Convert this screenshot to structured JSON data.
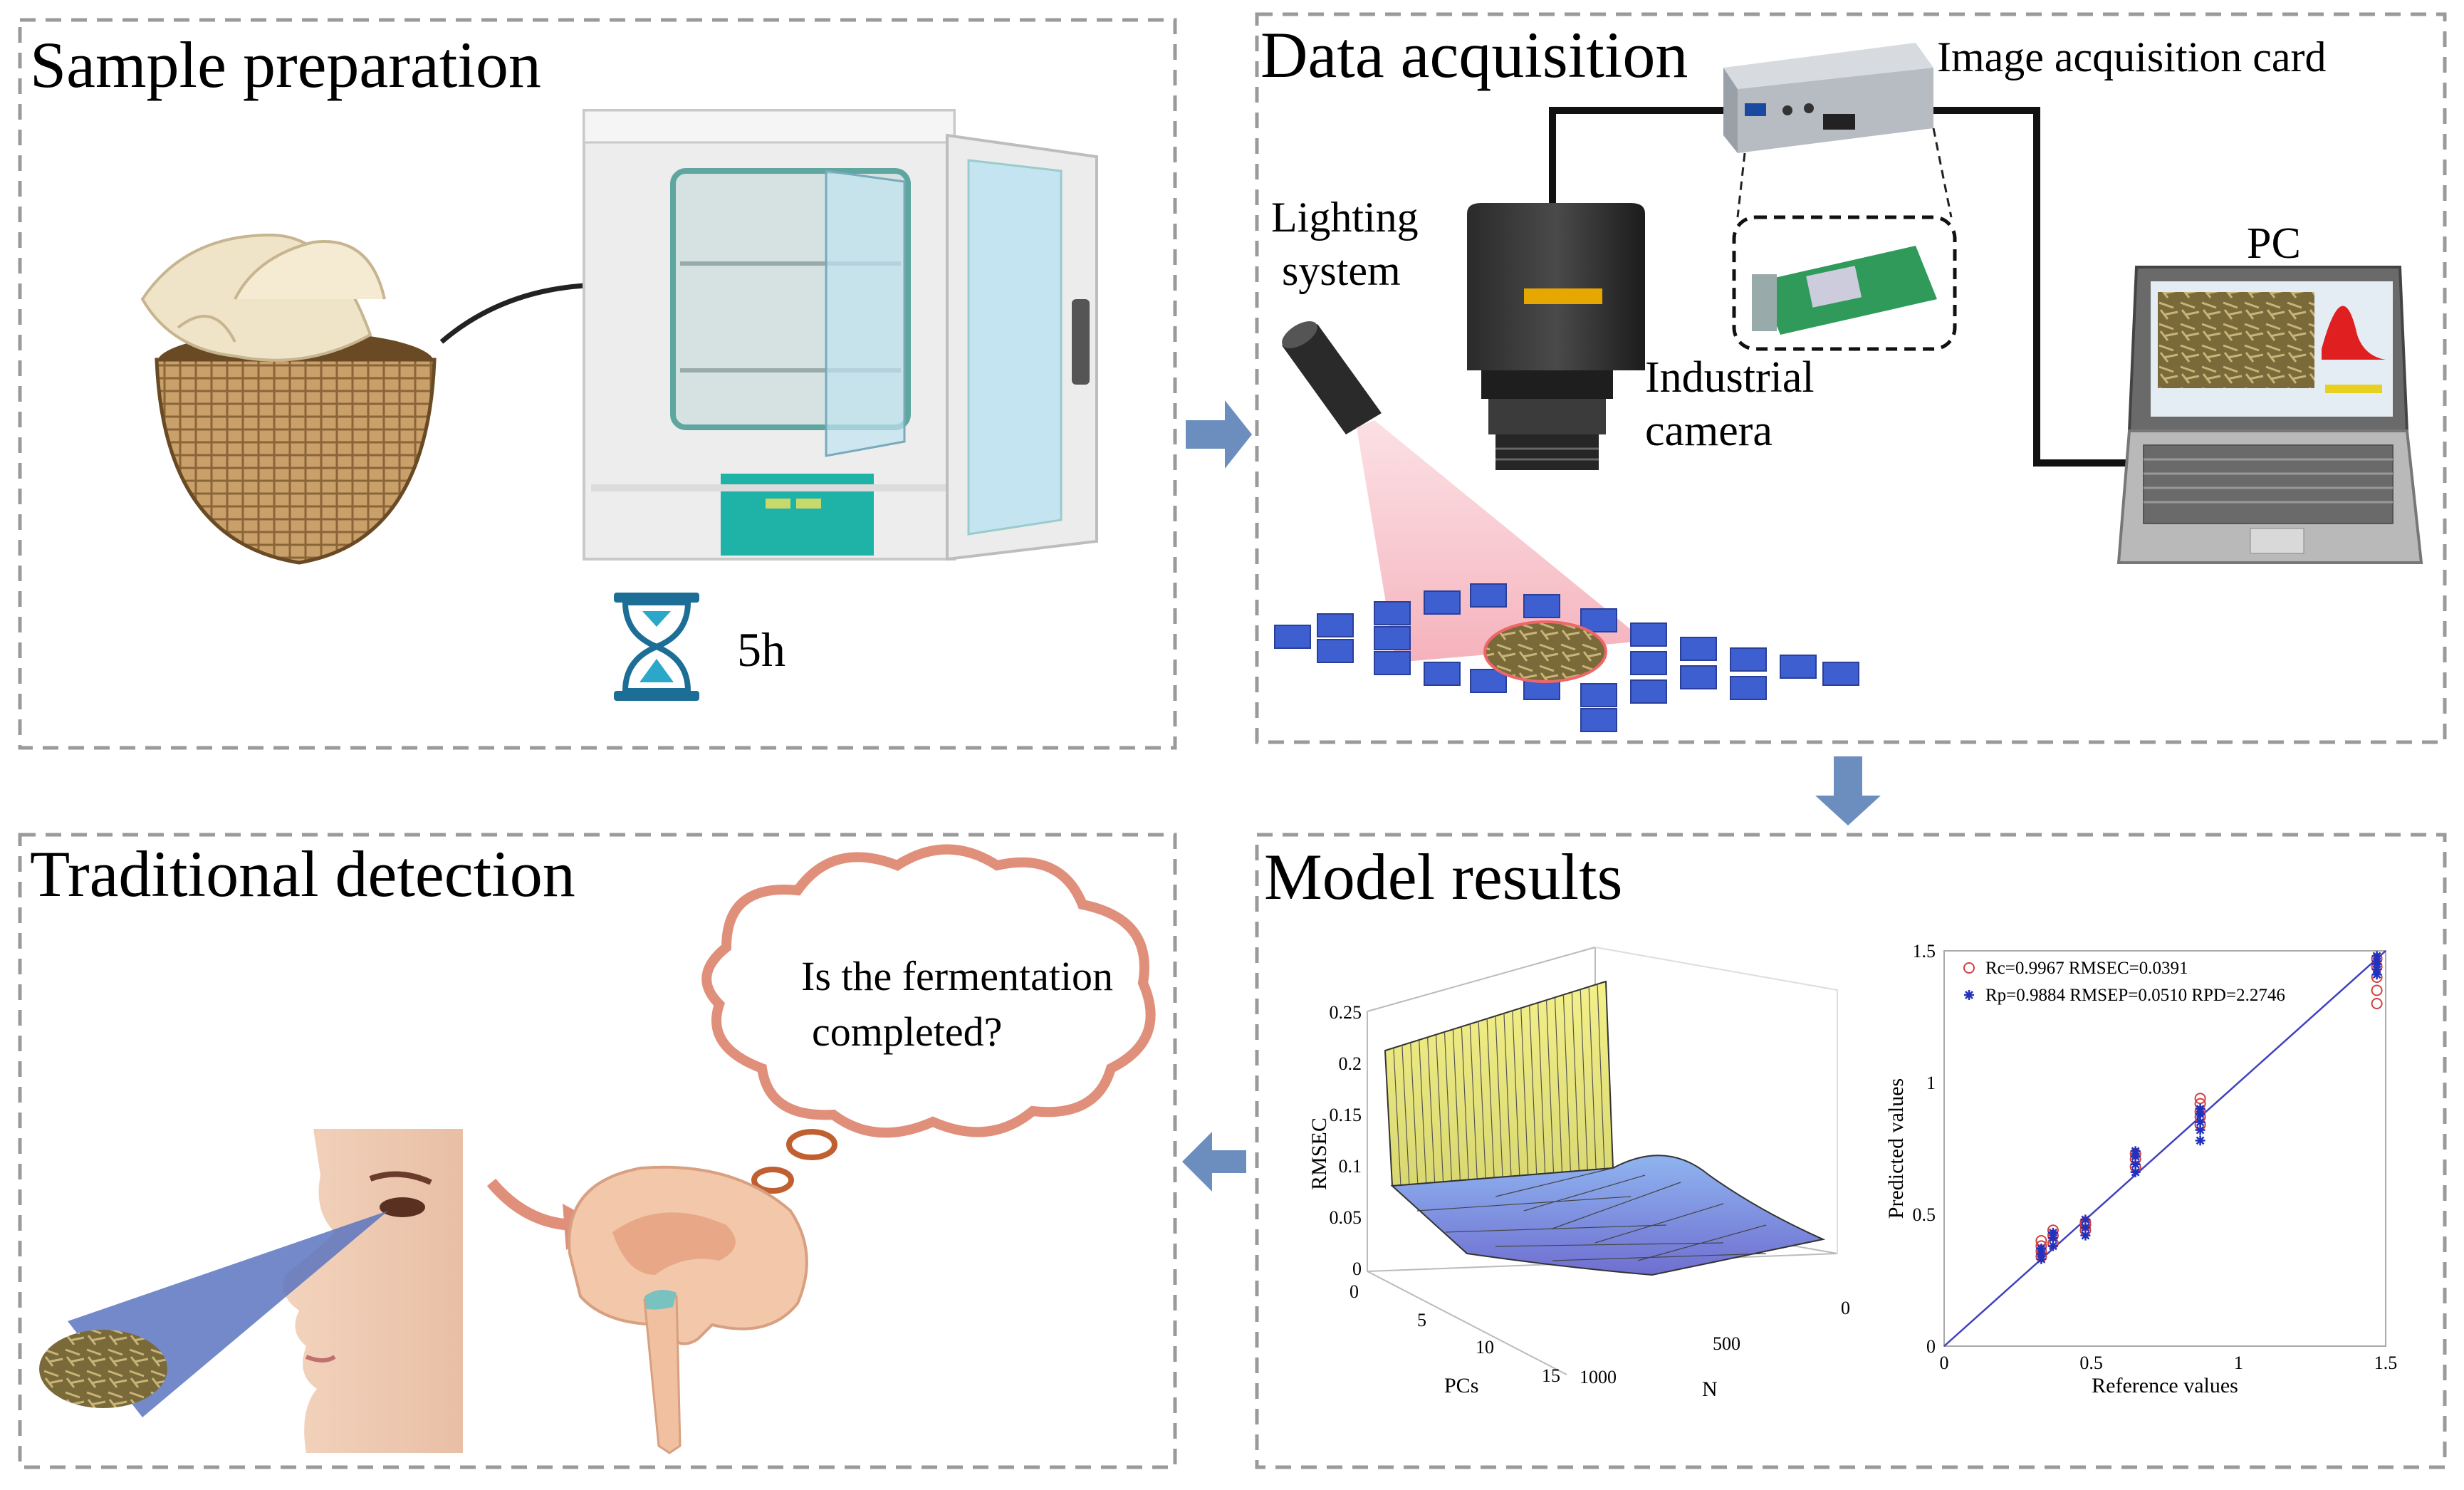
{
  "panels": {
    "sample": {
      "title": "Sample preparation",
      "time_label": "5h"
    },
    "acquisition": {
      "title": "Data acquisition",
      "card_label": "Image acquisition card",
      "lighting_label": [
        "Lighting",
        "system"
      ],
      "camera_label": [
        "Industrial",
        "camera"
      ],
      "pc_label": "PC"
    },
    "model": {
      "title": "Model results",
      "surface": {
        "zlabel": "RMSEC",
        "xlabel": "PCs",
        "ylabel": "N",
        "z_ticks": [
          "0",
          "0.05",
          "0.1",
          "0.15",
          "0.2",
          "0.25"
        ],
        "pc_ticks": [
          "0",
          "5",
          "10",
          "15"
        ],
        "n_ticks": [
          "1000",
          "500",
          "0"
        ]
      }
    },
    "traditional": {
      "title": "Traditional detection",
      "thought": [
        "Is the fermentation",
        "completed?"
      ]
    }
  },
  "chart_data": [
    {
      "type": "surface",
      "zlabel": "RMSEC",
      "xlabel": "PCs",
      "ylabel": "N",
      "z_range": [
        0,
        0.25
      ],
      "x_range": [
        0,
        15
      ],
      "y_range": [
        1000,
        0
      ],
      "grid": true
    },
    {
      "type": "scatter",
      "xlabel": "Reference values",
      "ylabel": "Predicted values",
      "xlim": [
        0,
        1.5
      ],
      "ylim": [
        0,
        1.5
      ],
      "x_ticks": [
        "0",
        "0.5",
        "1",
        "1.5"
      ],
      "y_ticks": [
        "0",
        "0.5",
        "1",
        "1.5"
      ],
      "legend_placement": "top-left",
      "series": [
        {
          "name": "Rc=0.9967 RMSEC=0.0391",
          "marker": "circle",
          "color": "#d04040",
          "points": [
            [
              0.33,
              0.34
            ],
            [
              0.33,
              0.36
            ],
            [
              0.33,
              0.38
            ],
            [
              0.33,
              0.4
            ],
            [
              0.37,
              0.39
            ],
            [
              0.37,
              0.42
            ],
            [
              0.37,
              0.44
            ],
            [
              0.48,
              0.44
            ],
            [
              0.48,
              0.46
            ],
            [
              0.48,
              0.47
            ],
            [
              0.65,
              0.68
            ],
            [
              0.65,
              0.71
            ],
            [
              0.65,
              0.73
            ],
            [
              0.87,
              0.84
            ],
            [
              0.87,
              0.87
            ],
            [
              0.87,
              0.89
            ],
            [
              0.87,
              0.92
            ],
            [
              0.87,
              0.94
            ],
            [
              1.47,
              1.3
            ],
            [
              1.47,
              1.35
            ],
            [
              1.47,
              1.4
            ],
            [
              1.47,
              1.44
            ],
            [
              1.47,
              1.47
            ]
          ]
        },
        {
          "name": "Rp=0.9884 RMSEP=0.0510 RPD=2.2746",
          "marker": "star",
          "color": "#2030c0",
          "points": [
            [
              0.33,
              0.33
            ],
            [
              0.33,
              0.35
            ],
            [
              0.33,
              0.37
            ],
            [
              0.37,
              0.38
            ],
            [
              0.37,
              0.41
            ],
            [
              0.37,
              0.43
            ],
            [
              0.48,
              0.42
            ],
            [
              0.48,
              0.45
            ],
            [
              0.48,
              0.48
            ],
            [
              0.65,
              0.66
            ],
            [
              0.65,
              0.69
            ],
            [
              0.65,
              0.72
            ],
            [
              0.65,
              0.74
            ],
            [
              0.87,
              0.78
            ],
            [
              0.87,
              0.82
            ],
            [
              0.87,
              0.85
            ],
            [
              0.87,
              0.88
            ],
            [
              0.87,
              0.9
            ],
            [
              1.47,
              1.41
            ],
            [
              1.47,
              1.43
            ],
            [
              1.47,
              1.45
            ],
            [
              1.47,
              1.46
            ],
            [
              1.47,
              1.48
            ]
          ]
        }
      ],
      "reference_line": [
        [
          0,
          0
        ],
        [
          1.5,
          1.5
        ]
      ]
    }
  ],
  "colors": {
    "panel_border": "#9a9a9a",
    "arrow": "#6c8ebf",
    "cloud_stroke": "#e0907a",
    "cube": "#3e5fd0",
    "teal": "#1fb3a7",
    "surface_top": "#f4f08a",
    "surface_low": "#8fa0e8"
  }
}
